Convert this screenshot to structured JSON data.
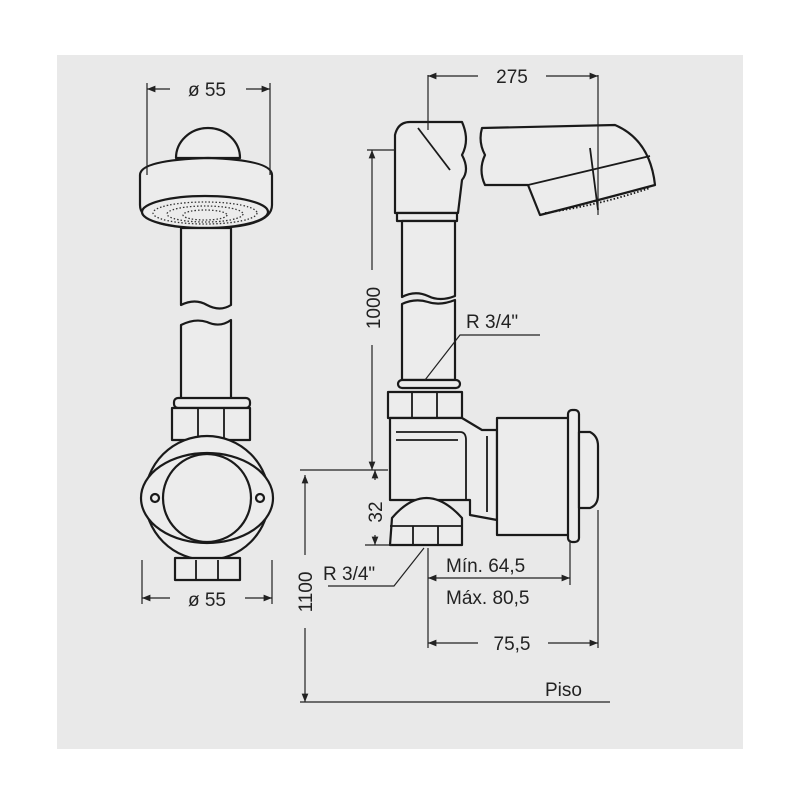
{
  "labels": {
    "front_diameter_top": "ø 55",
    "front_diameter_bottom": "ø 55",
    "arm_length": "275",
    "height_pipe": "1000",
    "thread_upper": "R 3/4\"",
    "thread_lower": "R 3/4\"",
    "offset_32": "32",
    "height_floor": "1100",
    "min_depth": "Mín. 64,5",
    "max_depth": "Máx. 80,5",
    "depth_75": "75,5",
    "floor": "Piso"
  },
  "colors": {
    "background_panel": "#e9e9e9",
    "line": "#1a1a1a"
  }
}
